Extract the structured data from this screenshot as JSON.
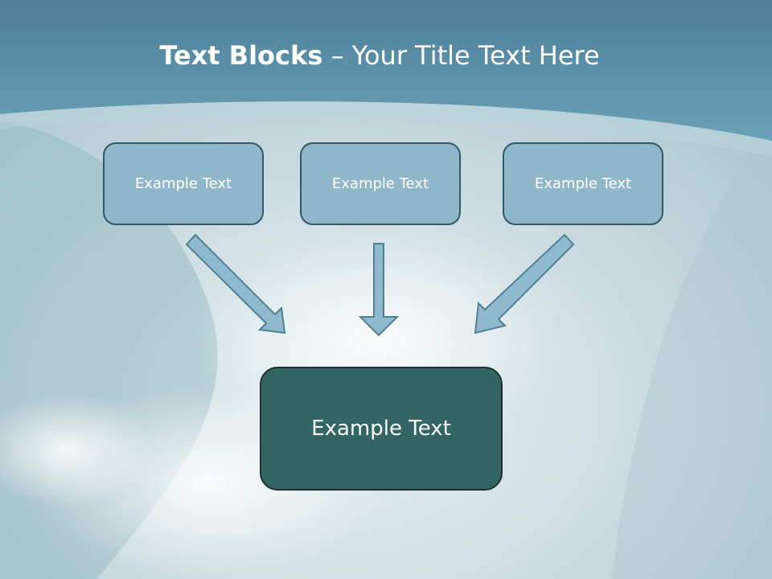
{
  "slide": {
    "title_bold": "Text Blocks",
    "title_rest": " – Your Title Text Here",
    "blocks": [
      "Example Text",
      "Example Text",
      "Example Text"
    ],
    "target": "Example Text"
  },
  "colors": {
    "header": "#5f93a9",
    "small_box_fill": "#90b6c9",
    "big_box_fill": "#336565",
    "arrow_fill": "#8fb9cd"
  }
}
